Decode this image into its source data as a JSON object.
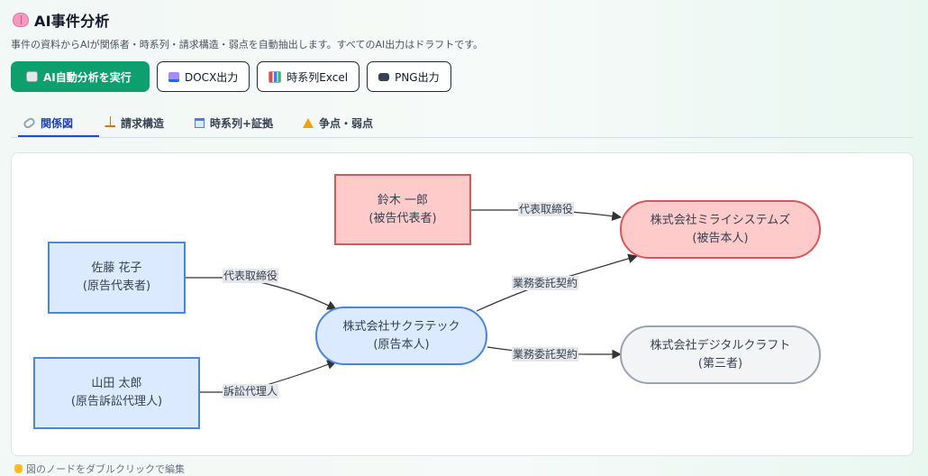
{
  "header": {
    "title": "AI事件分析",
    "subtitle": "事件の資料からAIが関係者・時系列・請求構造・弱点を自動抽出します。すべてのAI出力はドラフトです。"
  },
  "toolbar": {
    "auto_analyze": "AI自動分析を実行",
    "docx": "DOCX出力",
    "excel": "時系列Excel",
    "png": "PNG出力"
  },
  "tabs": [
    {
      "label": "関係図",
      "icon": "link-icon",
      "active": true
    },
    {
      "label": "請求構造",
      "icon": "scale-icon",
      "active": false
    },
    {
      "label": "時系列+証拠",
      "icon": "calendar-icon",
      "active": false
    },
    {
      "label": "争点・弱点",
      "icon": "warning-icon",
      "active": false
    }
  ],
  "graph": {
    "nodes": {
      "suzuki": {
        "name": "鈴木 一郎",
        "role": "(被告代表者)"
      },
      "mirai": {
        "name": "株式会社ミライシステムズ",
        "role": "(被告本人)"
      },
      "sato": {
        "name": "佐藤 花子",
        "role": "(原告代表者)"
      },
      "yamada": {
        "name": "山田 太郎",
        "role": "(原告訴訟代理人)"
      },
      "sakura": {
        "name": "株式会社サクラテック",
        "role": "(原告本人)"
      },
      "digital": {
        "name": "株式会社デジタルクラフト",
        "role": "(第三者)"
      }
    },
    "edges": {
      "suzuki_mirai": "代表取締役",
      "sato_sakura": "代表取締役",
      "sakura_mirai": "業務委託契約",
      "sakura_digital": "業務委託契約",
      "yamada_sakura": "訴訟代理人"
    }
  },
  "footer": {
    "hint": "図のノードをダブルクリックで編集"
  },
  "colors": {
    "primary": "#0e9f6e",
    "plaintiff_fill": "#dbeafe",
    "plaintiff_border": "#4a86d9",
    "defendant_fill": "#fecaca",
    "defendant_border": "#d9575a",
    "third_party_fill": "#f3f4f6",
    "third_party_border": "#9ca3af"
  }
}
